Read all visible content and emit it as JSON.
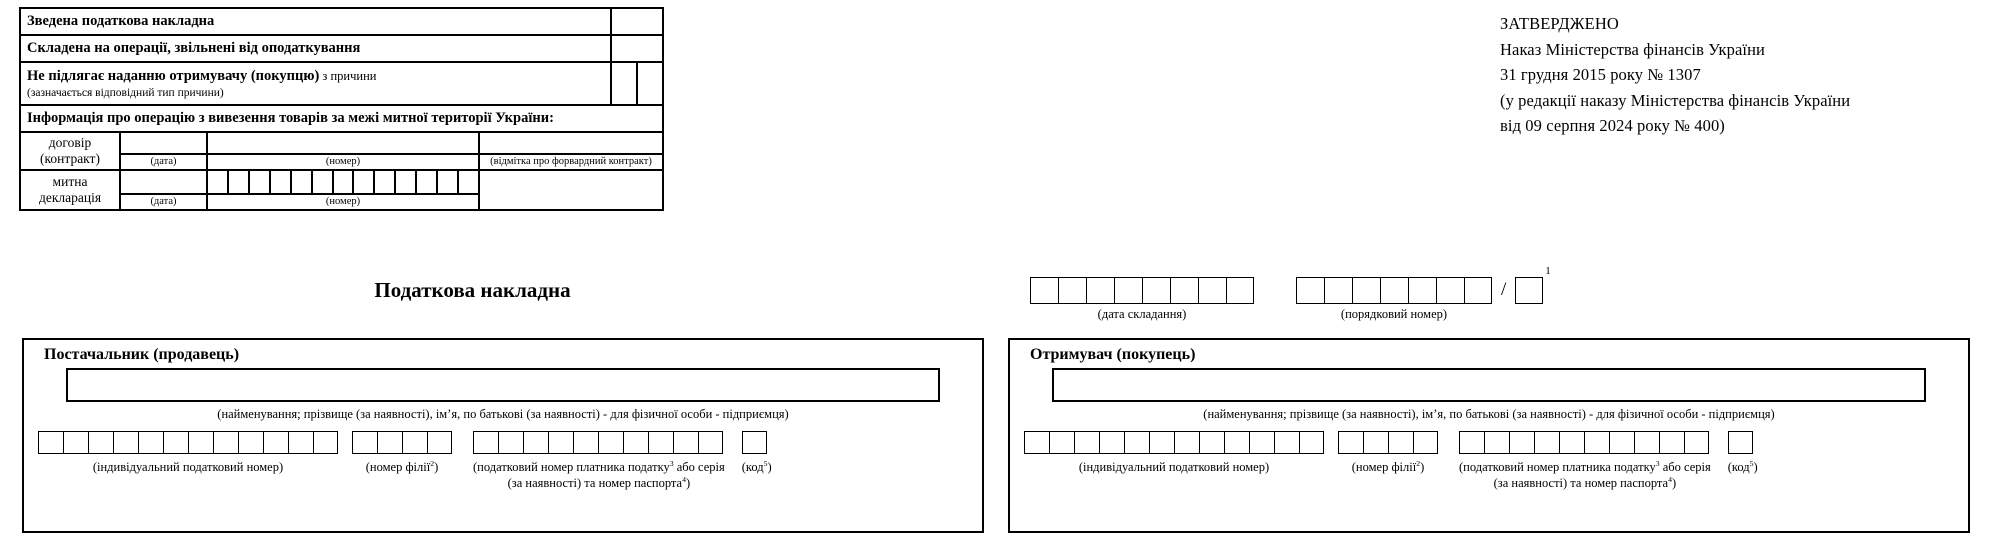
{
  "top_table": {
    "rows": [
      {
        "label": "Зведена податкова накладна",
        "tick_cells": 1
      },
      {
        "label": "Складена на операції, звільнені від оподаткування",
        "tick_cells": 1
      }
    ],
    "reason_row": {
      "label_bold": "Не підлягає наданню отримувачу (покупцю)",
      "label_light": "з причини",
      "sub_label": "(зазначається відповідний тип причини)",
      "tick_cells": 2
    },
    "export_info_label": "Інформація про операцію з вивезення товарів за межі митної території України:",
    "doc_rows": [
      {
        "name": "договір\n(контракт)",
        "line1": "договір",
        "line2": "(контракт)"
      },
      {
        "name": "митна\nдекларація",
        "line1": "митна",
        "line2": "декларація"
      }
    ],
    "captions": {
      "date": "(дата)",
      "number": "(номер)",
      "forward_mark": "(відмітка про форвардний контракт)"
    },
    "customs_number_boxes": 13
  },
  "approval": {
    "line1": "ЗАТВЕРДЖЕНО",
    "line2": "Наказ Міністерства фінансів України",
    "line3": "31 грудня 2015 року № 1307",
    "line4": "(у редакції наказу Міністерства фінансів України",
    "line5": "від 09 серпня 2024 року № 400)"
  },
  "document": {
    "title": "Податкова накладна",
    "date_boxes": 8,
    "date_caption": "(дата складання)",
    "number_boxes": 7,
    "number_caption": "(порядковий номер)",
    "separator": "/",
    "suffix_boxes": 1,
    "suffix_superscript": "1"
  },
  "parties": [
    {
      "key": "supplier",
      "title": "Постачальник (продавець)",
      "name_caption": "(найменування; прізвище (за наявності), ім’я, по батькові (за наявності) - для фізичної особи - підприємця)",
      "tax_id_boxes": 12,
      "tax_id_caption": "(індивідуальний податковий номер)",
      "branch_boxes": 4,
      "branch_caption_main": "(номер філії",
      "branch_caption_sup": "2",
      "branch_caption_tail": ")",
      "payer_boxes": 10,
      "payer_caption_line1_a": "(податковий номер платника податку",
      "payer_caption_line1_sup": "3",
      "payer_caption_line1_b": " або серія",
      "payer_caption_line2_a": "(за наявності) та номер паспорта",
      "payer_caption_line2_sup": "4",
      "payer_caption_line2_b": ")",
      "code_boxes": 1,
      "code_caption_main": "(код",
      "code_caption_sup": "5",
      "code_caption_tail": ")"
    },
    {
      "key": "buyer",
      "title": "Отримувач (покупець)",
      "name_caption": "(найменування; прізвище (за наявності), ім’я, по батькові (за наявності) - для фізичної особи - підприємця)",
      "tax_id_boxes": 12,
      "tax_id_caption": "(індивідуальний податковий номер)",
      "branch_boxes": 4,
      "branch_caption_main": "(номер філії",
      "branch_caption_sup": "2",
      "branch_caption_tail": ")",
      "payer_boxes": 10,
      "payer_caption_line1_a": "(податковий номер платника податку",
      "payer_caption_line1_sup": "3",
      "payer_caption_line1_b": " або серія",
      "payer_caption_line2_a": "(за наявності) та номер паспорта",
      "payer_caption_line2_sup": "4",
      "payer_caption_line2_b": ")",
      "code_boxes": 1,
      "code_caption_main": "(код",
      "code_caption_sup": "5",
      "code_caption_tail": ")"
    }
  ]
}
